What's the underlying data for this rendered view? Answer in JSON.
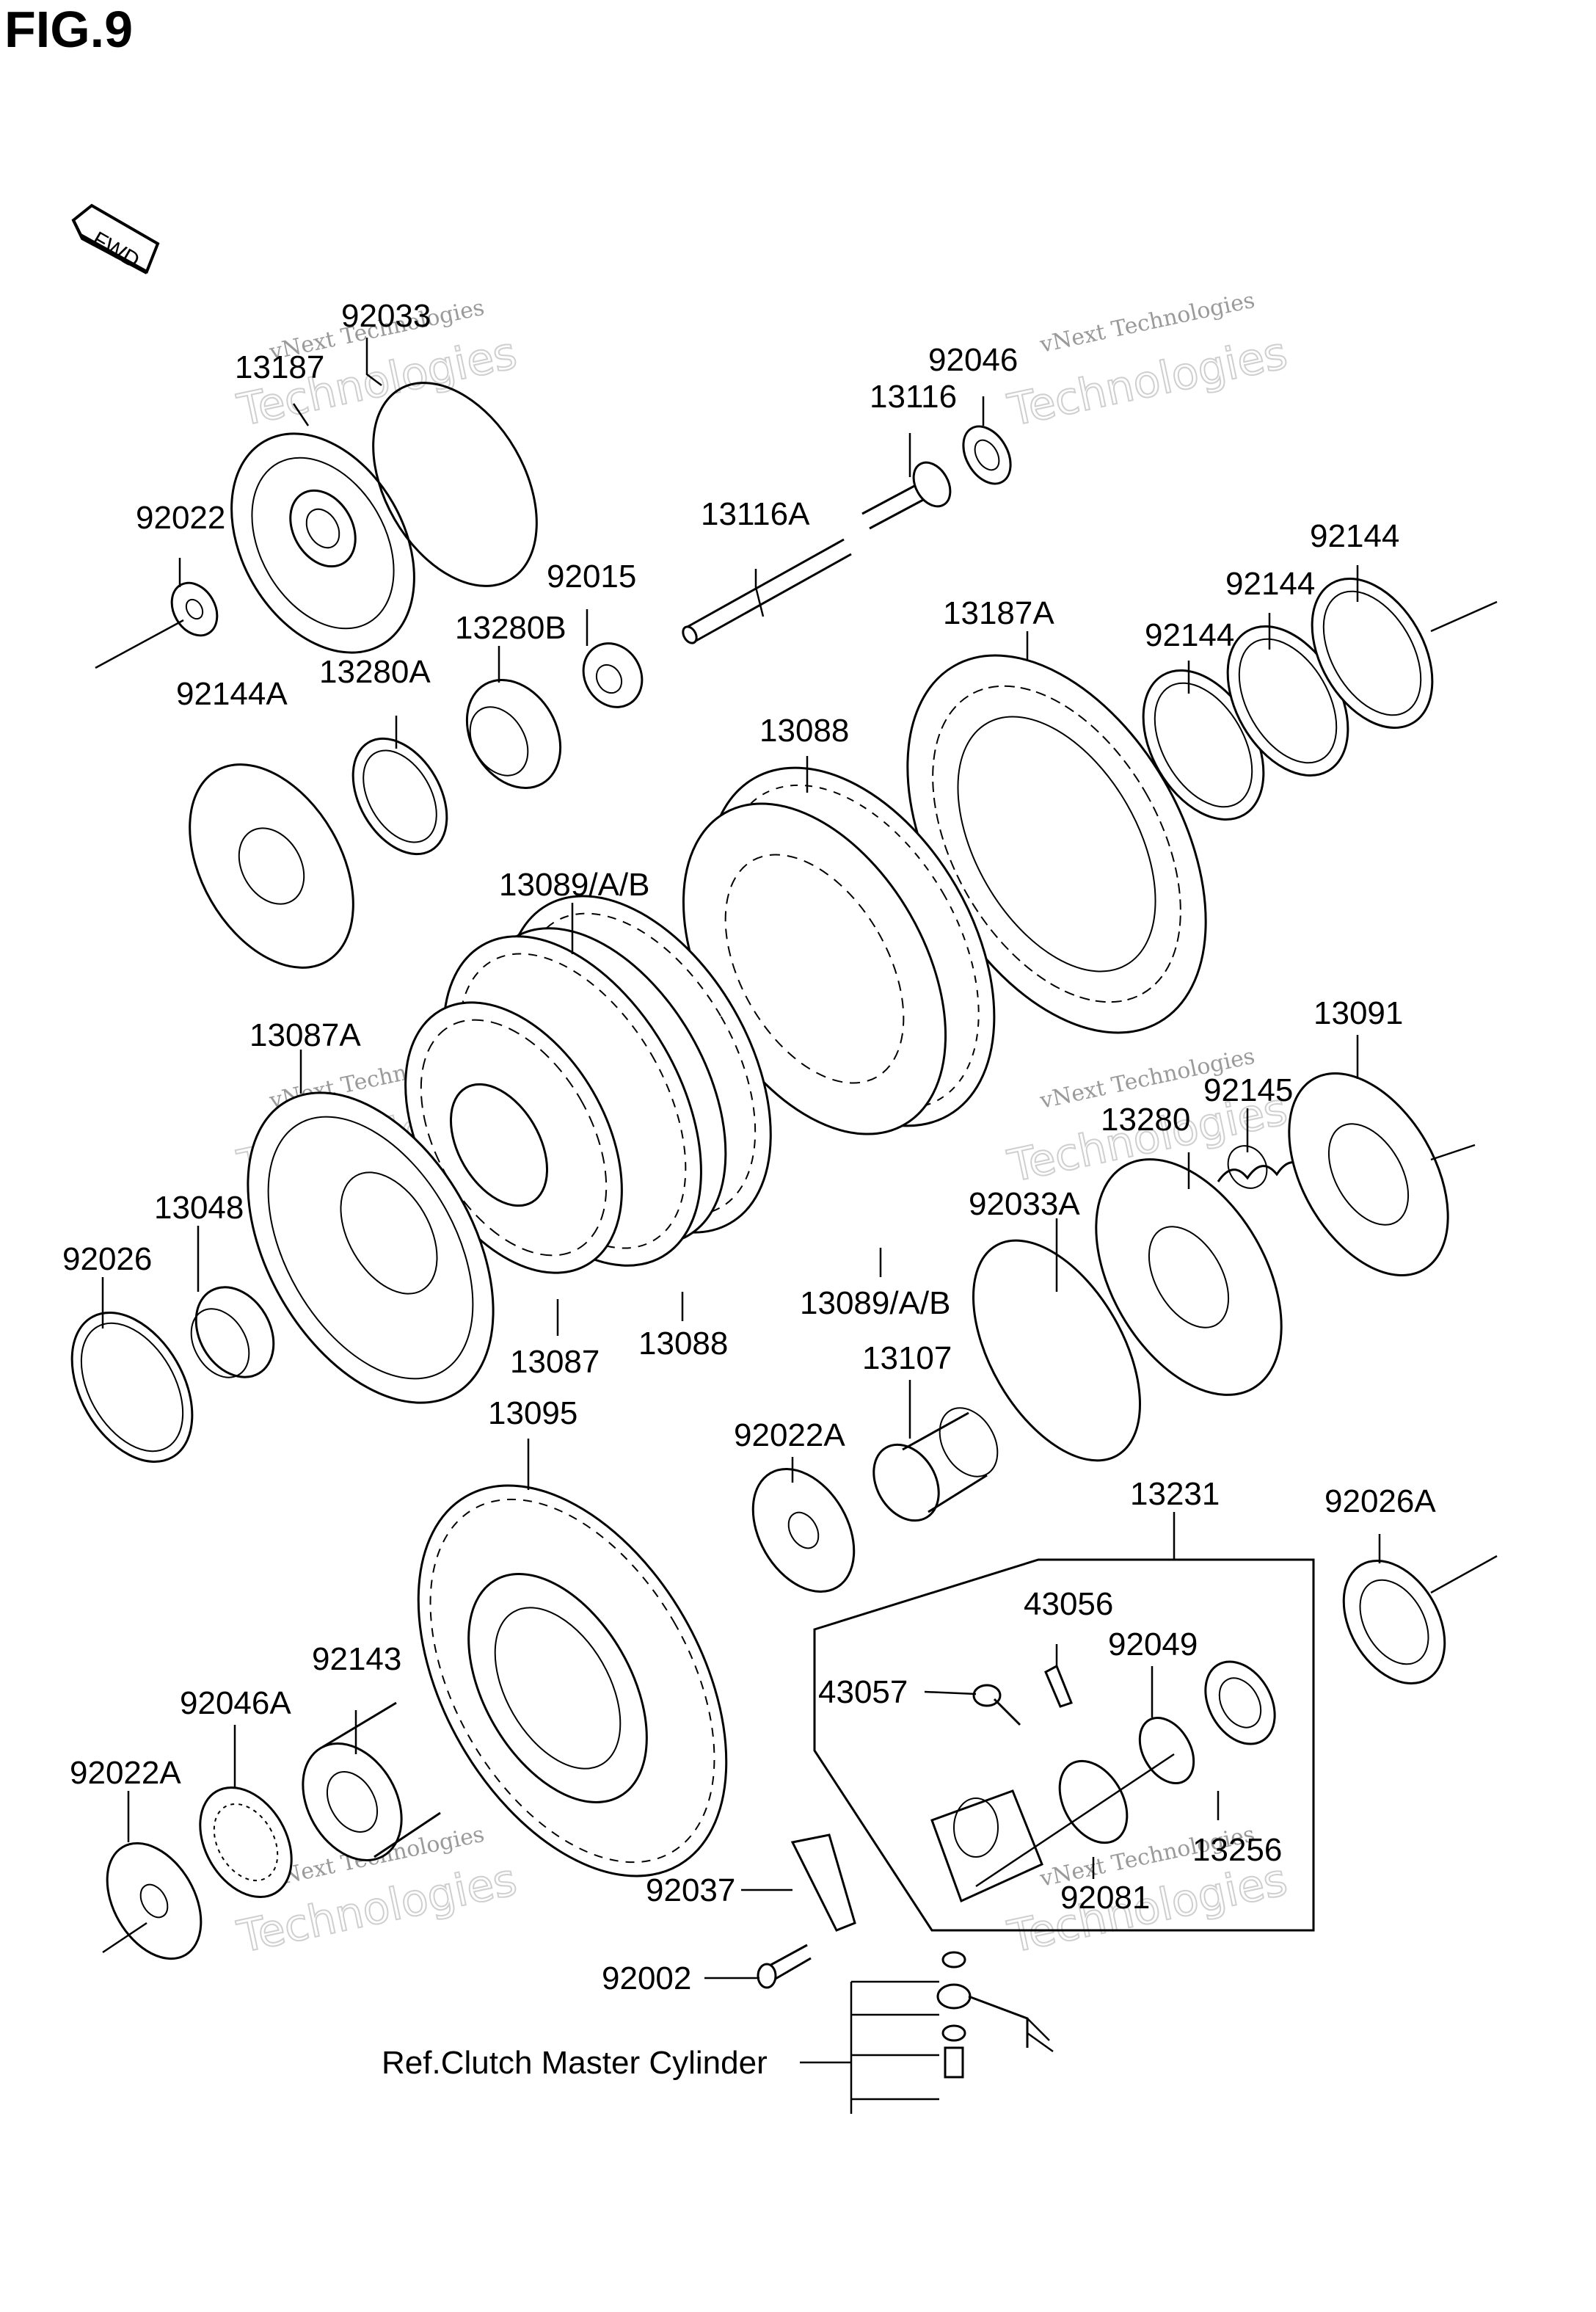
{
  "figure": {
    "title": "FIG.9",
    "fwd_label": "FWD"
  },
  "watermark": {
    "line1": "vNext Technologies",
    "outline": "Technologies",
    "outline_top": "vNext"
  },
  "callouts": [
    {
      "id": "92033",
      "text": "92033"
    },
    {
      "id": "13187",
      "text": "13187"
    },
    {
      "id": "92022",
      "text": "92022"
    },
    {
      "id": "92144A",
      "text": "92144A"
    },
    {
      "id": "13280A",
      "text": "13280A"
    },
    {
      "id": "13280B",
      "text": "13280B"
    },
    {
      "id": "92015",
      "text": "92015"
    },
    {
      "id": "13116A",
      "text": "13116A"
    },
    {
      "id": "13116",
      "text": "13116"
    },
    {
      "id": "92046",
      "text": "92046"
    },
    {
      "id": "92144a",
      "text": "92144"
    },
    {
      "id": "92144b",
      "text": "92144"
    },
    {
      "id": "92144c",
      "text": "92144"
    },
    {
      "id": "13187A",
      "text": "13187A"
    },
    {
      "id": "13088a",
      "text": "13088"
    },
    {
      "id": "13089a",
      "text": "13089/A/B"
    },
    {
      "id": "13087A",
      "text": "13087A"
    },
    {
      "id": "13048",
      "text": "13048"
    },
    {
      "id": "92026",
      "text": "92026"
    },
    {
      "id": "13087",
      "text": "13087"
    },
    {
      "id": "13088b",
      "text": "13088"
    },
    {
      "id": "13089b",
      "text": "13089/A/B"
    },
    {
      "id": "92033A",
      "text": "92033A"
    },
    {
      "id": "13280",
      "text": "13280"
    },
    {
      "id": "92145",
      "text": "92145"
    },
    {
      "id": "13091",
      "text": "13091"
    },
    {
      "id": "13095",
      "text": "13095"
    },
    {
      "id": "92022A-a",
      "text": "92022A"
    },
    {
      "id": "13107",
      "text": "13107"
    },
    {
      "id": "13231",
      "text": "13231"
    },
    {
      "id": "92026A",
      "text": "92026A"
    },
    {
      "id": "43056",
      "text": "43056"
    },
    {
      "id": "92049",
      "text": "92049"
    },
    {
      "id": "43057",
      "text": "43057"
    },
    {
      "id": "13256",
      "text": "13256"
    },
    {
      "id": "92143",
      "text": "92143"
    },
    {
      "id": "92046A",
      "text": "92046A"
    },
    {
      "id": "92022A-b",
      "text": "92022A"
    },
    {
      "id": "92037",
      "text": "92037"
    },
    {
      "id": "92081",
      "text": "92081"
    },
    {
      "id": "92002",
      "text": "92002"
    },
    {
      "id": "ref",
      "text": "Ref.Clutch Master Cylinder"
    }
  ]
}
